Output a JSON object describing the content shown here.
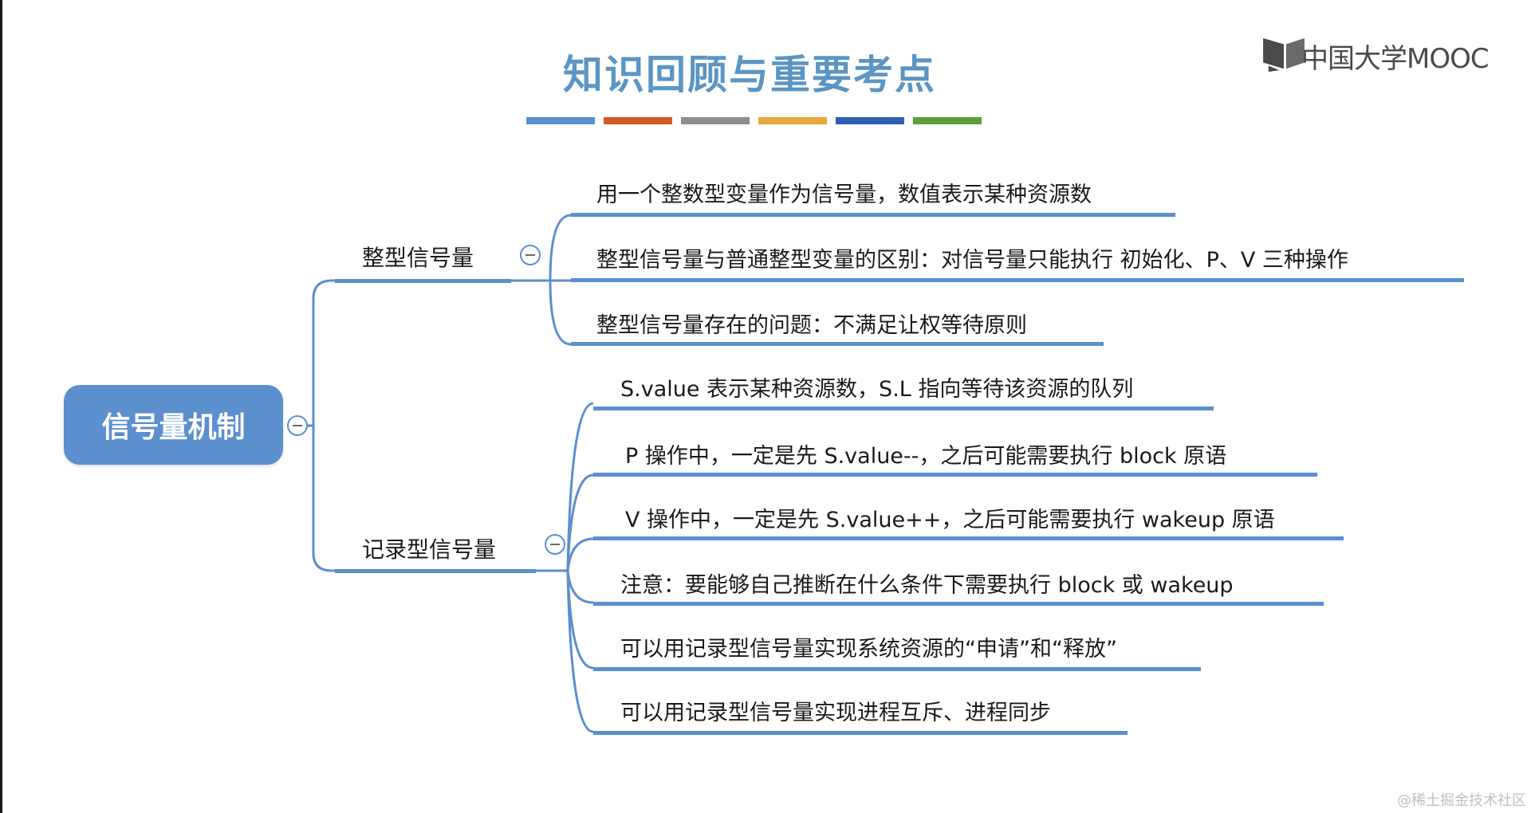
{
  "title": "知识回顾与重要考点",
  "title_colors": [
    "#5b8fce",
    "#d35a2a",
    "#8e8e8e",
    "#e8a93a",
    "#2f5fb0",
    "#5aa03b"
  ],
  "logo": {
    "text": "中国大学MOOC"
  },
  "root": {
    "label": "信号量机制"
  },
  "branches": [
    {
      "label": "整型信号量",
      "items": [
        "用一个整数型变量作为信号量，数值表示某种资源数",
        "整型信号量与普通整型变量的区别：对信号量只能执行 初始化、P、V 三种操作",
        "整型信号量存在的问题：不满足让权等待原则"
      ]
    },
    {
      "label": "记录型信号量",
      "items": [
        "S.value 表示某种资源数，S.L 指向等待该资源的队列",
        "P 操作中，一定是先 S.value--，之后可能需要执行 block 原语",
        "V 操作中，一定是先 S.value++，之后可能需要执行 wakeup 原语",
        "注意：要能够自己推断在什么条件下需要执行 block 或 wakeup",
        "可以用记录型信号量实现系统资源的“申请”和“释放”",
        "可以用记录型信号量实现进程互斥、进程同步"
      ]
    }
  ],
  "watermark": "@稀土掘金技术社区"
}
